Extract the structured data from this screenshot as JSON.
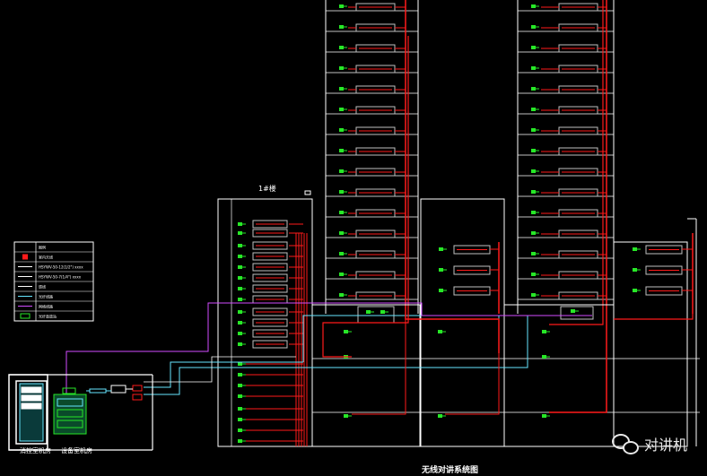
{
  "diagram": {
    "title": "无线对讲系统图",
    "building_label": "1#楼",
    "control_room_label": "消控室机房",
    "equipment_label": "设备室机房",
    "legend": {
      "rows": [
        {
          "icon": "header",
          "text": "图例"
        },
        {
          "icon": "red-device",
          "text": "室内天线"
        },
        {
          "icon": "white-cable",
          "text": "HSYWV-50-12(1/2\") xxxx"
        },
        {
          "icon": "white-cable",
          "text": "HSYWV-50-7(1/4\") xxxx"
        },
        {
          "icon": "white-line",
          "text": "馈线"
        },
        {
          "icon": "cyan-line",
          "text": "光纤线路"
        },
        {
          "icon": "purple-line",
          "text": "网络线路"
        },
        {
          "icon": "green-box",
          "text": "光纤直放站"
        }
      ]
    },
    "colors": {
      "frame": "#ffffff",
      "feeder": "#ff1a1a",
      "fiber": "#66e6ff",
      "network": "#d24dff",
      "antenna": "#27e727",
      "device": "#c0c0c0"
    }
  },
  "watermark": {
    "icon": "wechat-icon",
    "text": "对讲机"
  }
}
